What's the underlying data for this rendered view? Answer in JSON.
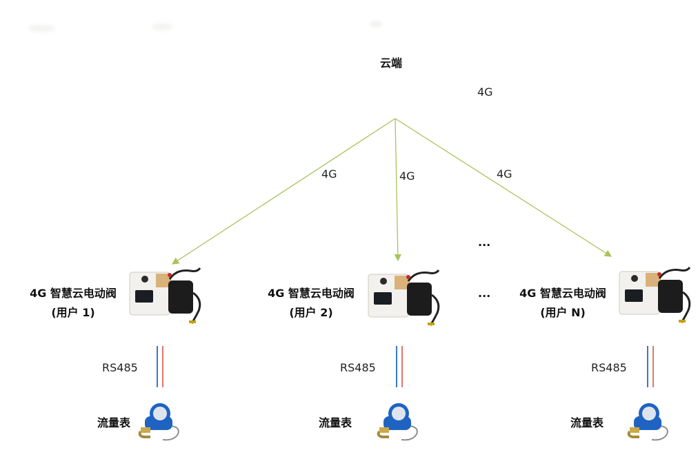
{
  "cloud": {
    "label": "云端",
    "link_label": "4G"
  },
  "branch_labels": [
    "4G",
    "4G",
    "4G"
  ],
  "ellipsis": [
    "...",
    "..."
  ],
  "devices": [
    {
      "title": "4G 智慧云电动阀",
      "user": "(用户 1)",
      "bus": "RS485",
      "meter": "流量表"
    },
    {
      "title": "4G 智慧云电动阀",
      "user": "(用户 2)",
      "bus": "RS485",
      "meter": "流量表"
    },
    {
      "title": "4G 智慧云电动阀",
      "user": "(用户 N)",
      "bus": "RS485",
      "meter": "流量表"
    }
  ],
  "colors": {
    "arrow": "#a8c35a",
    "wire_blue": "#3b78c9",
    "wire_red": "#e2766c",
    "meter_blue": "#1f63c2"
  }
}
